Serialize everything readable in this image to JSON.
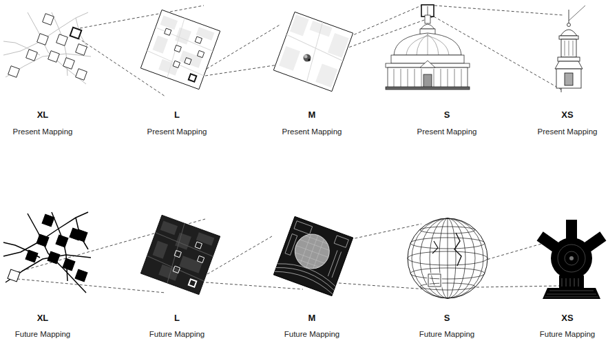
{
  "diagram": {
    "labels": [
      "XL",
      "Present Mapping",
      "L",
      "Present Mapping",
      "M",
      "Present Mapping",
      "S",
      "Present Mapping",
      "XS",
      "Present Mapping",
      "XL",
      "Future Mapping",
      "L",
      "Future Mapping",
      "M",
      "Future Mapping",
      "S",
      "Future Mapping",
      "XS",
      "Future Mapping"
    ]
  }
}
